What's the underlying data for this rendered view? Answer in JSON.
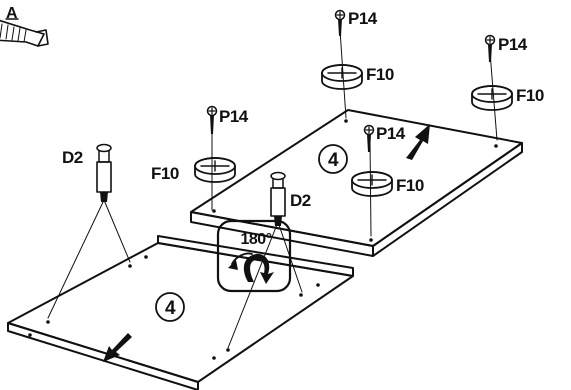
{
  "step_letter": "A",
  "parts": {
    "screw": "P14",
    "cam_lock": "F10",
    "dowel_bolt": "D2"
  },
  "panel_number": "4",
  "rotation_label": "180°",
  "colors": {
    "ink": "#111111",
    "paper": "#ffffff"
  },
  "icons": [
    "hammer-icon",
    "rotate-arrow-icon",
    "direction-arrow-icon"
  ]
}
